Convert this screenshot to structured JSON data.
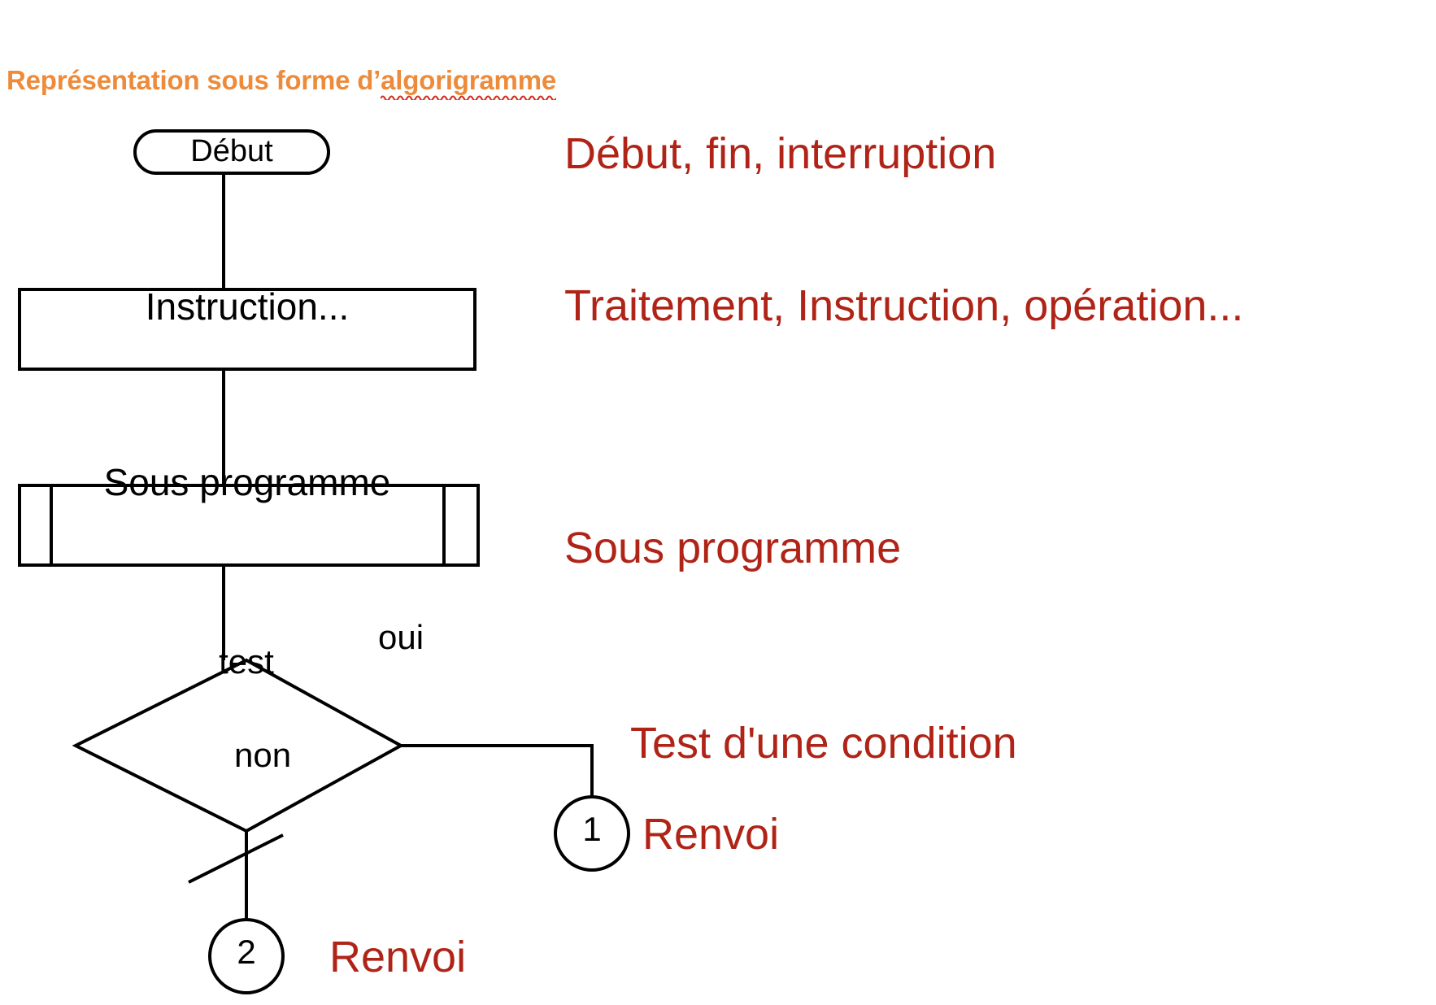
{
  "slide": {
    "background_color": "#ffffff",
    "title": {
      "prefix": "Représentation sous forme d’",
      "underlined_word": "algorigramme",
      "color": "#ED8B3A",
      "spellcheck_underline_color": "#D32F1E"
    }
  },
  "flowchart": {
    "line_color": "#000000",
    "nodes": [
      {
        "id": "start",
        "shape": "terminator-rounded",
        "label": "Début"
      },
      {
        "id": "process",
        "shape": "rectangle",
        "label": "Instruction..."
      },
      {
        "id": "subproc",
        "shape": "predefined-process",
        "label": "Sous programme"
      },
      {
        "id": "decision",
        "shape": "diamond",
        "label": "test"
      },
      {
        "id": "conn1",
        "shape": "circle-connector",
        "label": "1"
      },
      {
        "id": "conn2",
        "shape": "circle-connector",
        "label": "2"
      }
    ],
    "edge_labels": {
      "yes": "oui",
      "no": "non"
    }
  },
  "legend": {
    "text_color": "#B02418",
    "items": [
      {
        "for": "start",
        "label": "Début, fin, interruption"
      },
      {
        "for": "process",
        "label": "Traitement, Instruction, opération..."
      },
      {
        "for": "subproc",
        "label": "Sous programme"
      },
      {
        "for": "decision",
        "label": "Test d'une condition"
      },
      {
        "for": "conn1",
        "label": "Renvoi"
      },
      {
        "for": "conn2",
        "label": "Renvoi"
      }
    ]
  }
}
